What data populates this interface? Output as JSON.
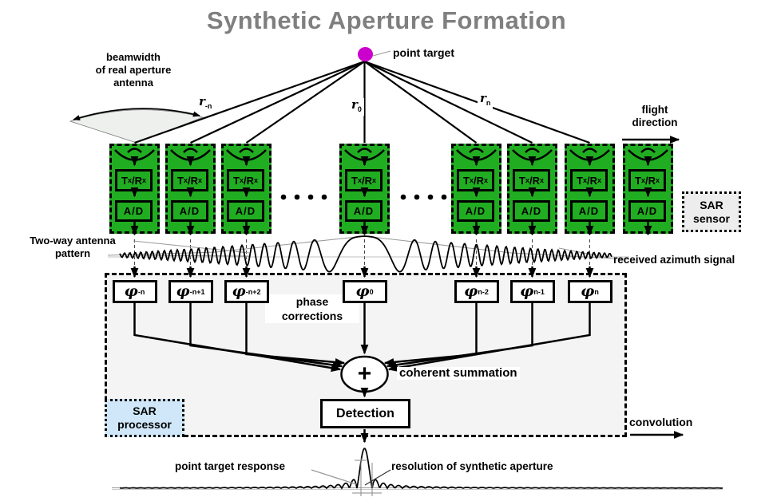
{
  "title": "Synthetic Aperture Formation",
  "labels": {
    "point_target": "point target",
    "beamwidth_l1": "beamwidth",
    "beamwidth_l2": "of real aperture",
    "beamwidth_l3": "antenna",
    "flight_l1": "flight",
    "flight_l2": "direction",
    "two_way_l1": "Two-way antenna",
    "two_way_l2": "pattern",
    "received_azimuth": "received azimuth signal",
    "phase_l1": "phase",
    "phase_l2": "corrections",
    "coherent_summation": "coherent summation",
    "convolution": "convolution",
    "point_response": "point target response",
    "resolution": "resolution of synthetic aperture",
    "sensor_l1": "SAR",
    "sensor_l2": "sensor",
    "processor_l1": "SAR",
    "processor_l2": "processor",
    "detection": "Detection",
    "plus": "+"
  },
  "range_labels": [
    {
      "main": "r",
      "sub": "-n"
    },
    {
      "main": "r",
      "sub": "0"
    },
    {
      "main": "r",
      "sub": "n"
    }
  ],
  "element": {
    "tx": "T",
    "tx_sub": "x",
    "rx": "/R",
    "rx_sub": "x",
    "ad": "A/D",
    "count": 8
  },
  "phase_units": [
    {
      "sym": "φ",
      "sub": "-n"
    },
    {
      "sym": "φ",
      "sub": "-n+1"
    },
    {
      "sym": "φ",
      "sub": "-n+2"
    },
    {
      "sym": "φ",
      "sub": "0"
    },
    {
      "sym": "φ",
      "sub": "n-2"
    },
    {
      "sym": "φ",
      "sub": "n-1"
    },
    {
      "sym": "φ",
      "sub": "n"
    }
  ],
  "colors": {
    "title_gray": "#7f7f7f",
    "element_green": "#21ad21",
    "target_magenta": "#cc00cc",
    "processor_fill": "#f4f4f4",
    "processor_label_fill": "#cfe7f8",
    "sensor_fill": "#ededed"
  }
}
